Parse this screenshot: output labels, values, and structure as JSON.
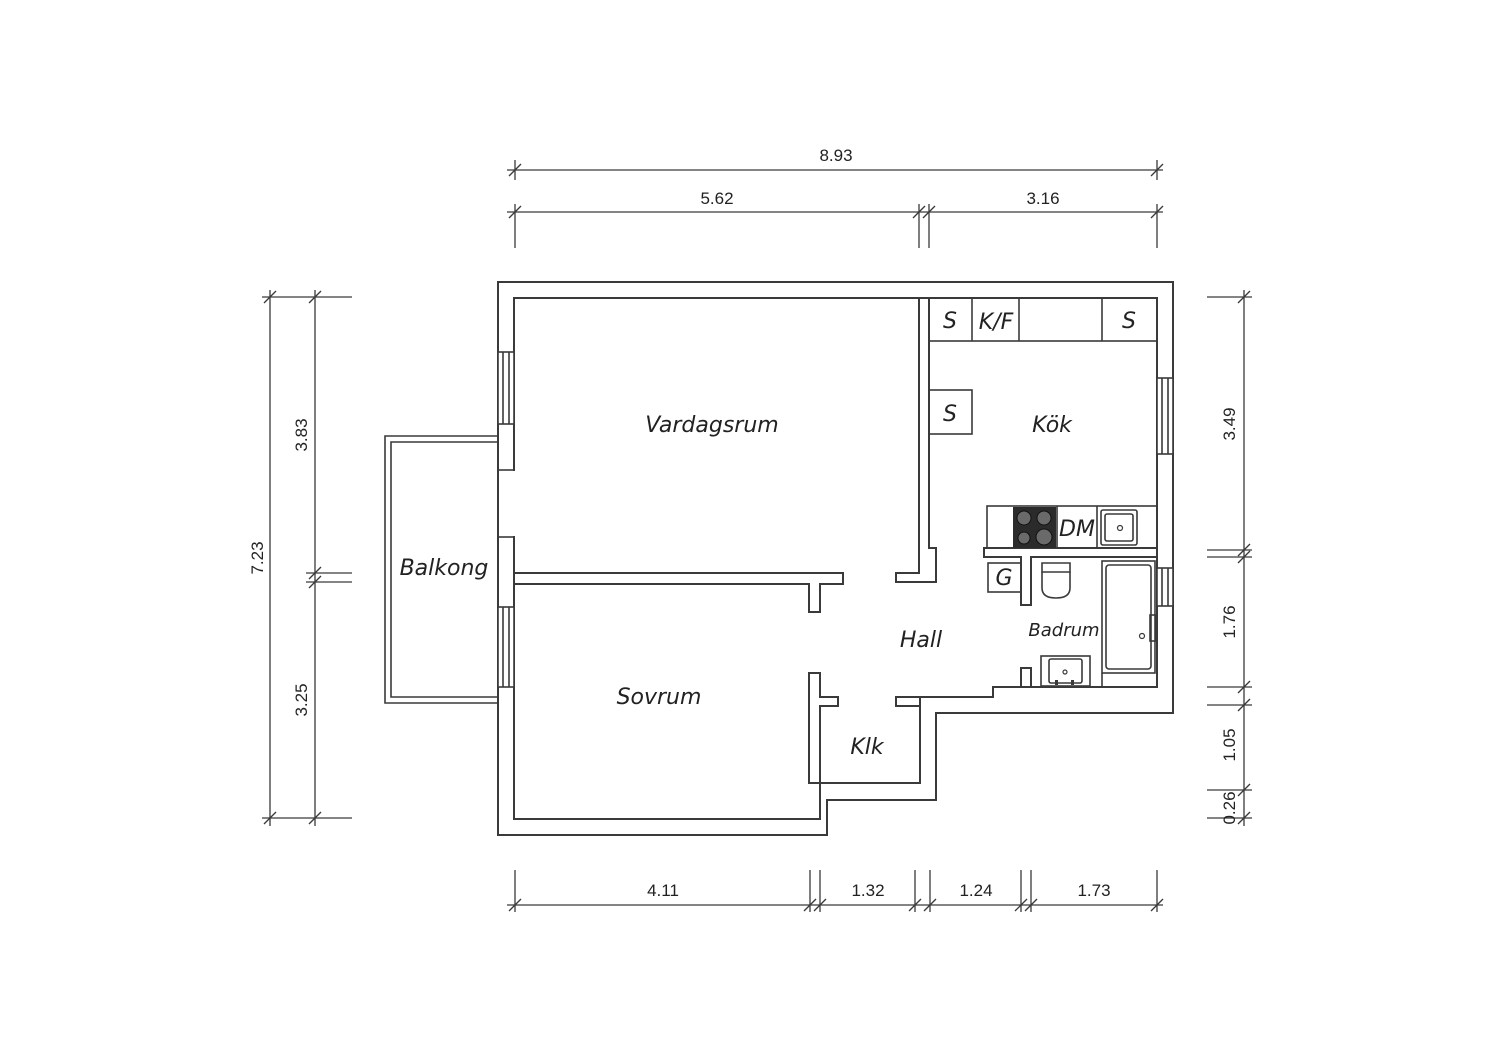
{
  "rooms": {
    "vardagsrum": "Vardagsrum",
    "kok": "Kök",
    "balkong": "Balkong",
    "hall": "Hall",
    "sovrum": "Sovrum",
    "klk": "Klk",
    "badrum": "Badrum"
  },
  "fixtures": {
    "s1": "S",
    "kf": "K/F",
    "s2": "S",
    "s3": "S",
    "dm": "DM",
    "g": "G"
  },
  "dimensions": {
    "top_total": "8.93",
    "top_left": "5.62",
    "top_right": "3.16",
    "left_total": "7.23",
    "left_upper": "3.83",
    "left_lower": "3.25",
    "right_1": "3.49",
    "right_2": "1.76",
    "right_3": "1.05",
    "right_4": "0.26",
    "bottom_1": "4.11",
    "bottom_2": "1.32",
    "bottom_3": "1.24",
    "bottom_4": "1.73"
  },
  "colors": {
    "line": "#3a3a3a",
    "stove": "#2b2b2b",
    "background": "#ffffff"
  }
}
